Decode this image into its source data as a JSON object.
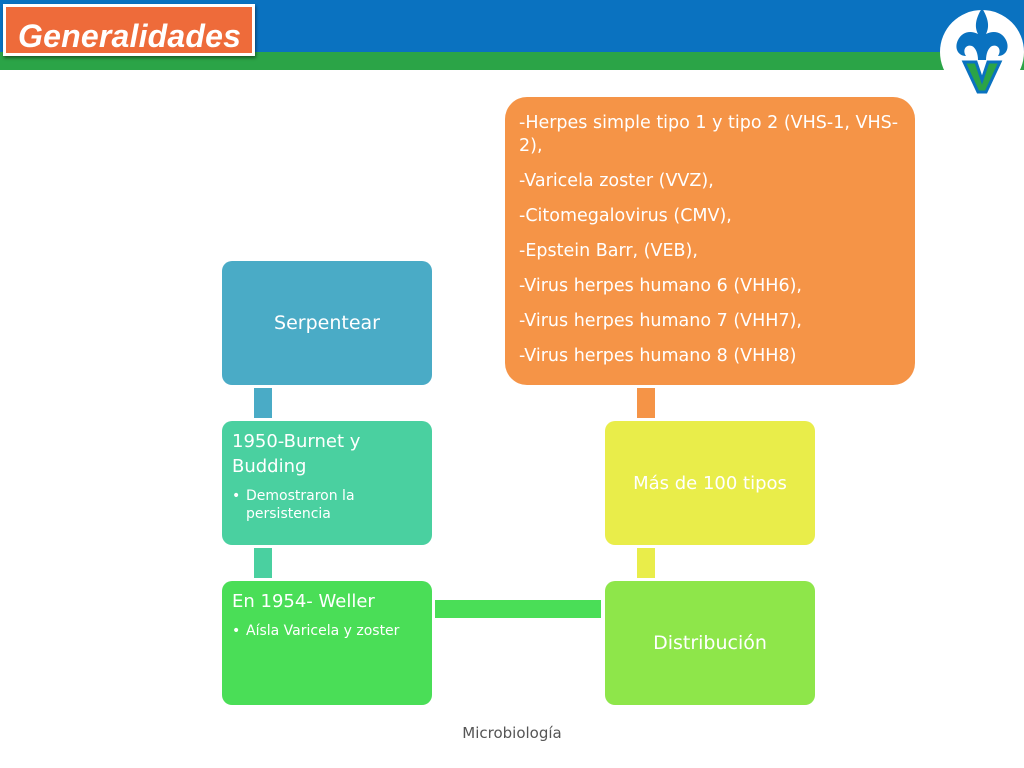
{
  "header": {
    "title": "Generalidades"
  },
  "diagram": {
    "serpentear": "Serpentear",
    "burnet": {
      "title": "1950-Burnet y Budding",
      "bullet": "Demostraron la persistencia"
    },
    "weller": {
      "title": "En 1954- Weller",
      "bullet": "Aísla Varicela y zoster"
    },
    "distribucion": "Distribución",
    "mas_tipos": "Más de 100 tipos",
    "herpes_types": [
      "-Herpes simple tipo 1 y tipo 2 (VHS-1, VHS-2),",
      "-Varicela zoster (VVZ),",
      "-Citomegalovirus (CMV),",
      "-Epstein Barr, (VEB),",
      "-Virus herpes humano 6 (VHH6),",
      "-Virus herpes humano 7 (VHH7),",
      "-Virus herpes humano 8 (VHH8)"
    ]
  },
  "colors": {
    "header_blue": "#0a72c0",
    "header_green": "#2ba447",
    "title_orange": "#ee6b3a",
    "serpentear": "#4aabc6",
    "burnet": "#4ad0a0",
    "weller": "#4ade57",
    "distribucion": "#8ee64a",
    "mas_tipos": "#e9ed4a",
    "herpes": "#f59447"
  },
  "logo": {
    "icon": "university-fleur-de-lis-logo"
  },
  "footer": {
    "text": "Microbiología"
  }
}
